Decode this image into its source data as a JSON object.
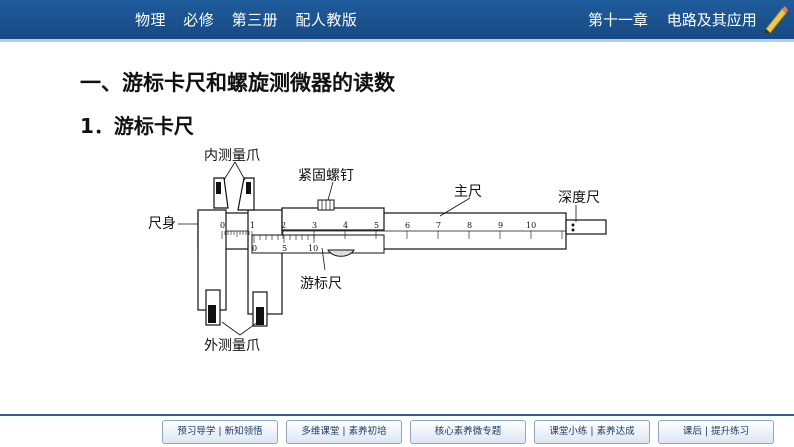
{
  "header": {
    "left_items": [
      "物理",
      "必修",
      "第三册",
      "配人教版"
    ],
    "right_items": [
      "第十一章",
      "电路及其应用"
    ],
    "bar_color": "#1f5c9c"
  },
  "main": {
    "heading": "一、游标卡尺和螺旋测微器的读数",
    "subheading": "1．游标卡尺"
  },
  "diagram": {
    "labels": {
      "inner_jaw": "内测量爪",
      "lock_screw": "紧固螺钉",
      "main_scale": "主尺",
      "depth_rod": "深度尺",
      "body": "尺身",
      "vernier": "游标尺",
      "outer_jaw": "外测量爪"
    },
    "main_scale_numbers": [
      "0",
      "1",
      "2",
      "3",
      "4",
      "5",
      "6",
      "7",
      "8",
      "9",
      "10"
    ],
    "vernier_numbers": [
      "0",
      "5",
      "10"
    ]
  },
  "nav": {
    "buttons": [
      "预习导学 | 新知领悟",
      "多维课堂 | 素养初培",
      "核心素养微专题",
      "课堂小练 | 素养达成",
      "课后 | 提升练习"
    ]
  }
}
